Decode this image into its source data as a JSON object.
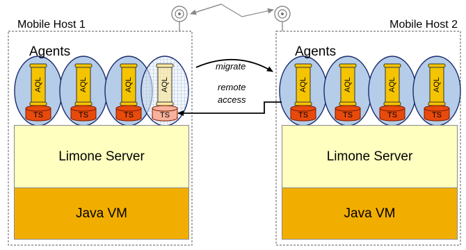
{
  "hosts": [
    {
      "title": "Mobile Host 1",
      "agents_label": "Agents",
      "server_label": "Limone Server",
      "vm_label": "Java VM"
    },
    {
      "title": "Mobile Host 2",
      "agents_label": "Agents",
      "server_label": "Limone Server",
      "vm_label": "Java VM"
    }
  ],
  "agent": {
    "aql_label": "AQL",
    "ts_label": "TS"
  },
  "arrows": {
    "migrate_label": "migrate",
    "remote_label": "remote",
    "access_label": "access"
  },
  "colors": {
    "agent_fill": "#b5cde8",
    "highlight_agent_fill": "#e8f0f8",
    "aql_fill": "#f5c400",
    "highlight_aql_fill": "#fbe9a0",
    "ts_fill": "#e84a0c",
    "highlight_ts_fill": "#f7b19c",
    "limone_fill": "#ffffc0",
    "jvm_fill": "#f2ae00"
  },
  "icons": [
    "antenna-icon",
    "wireless-link-icon"
  ]
}
